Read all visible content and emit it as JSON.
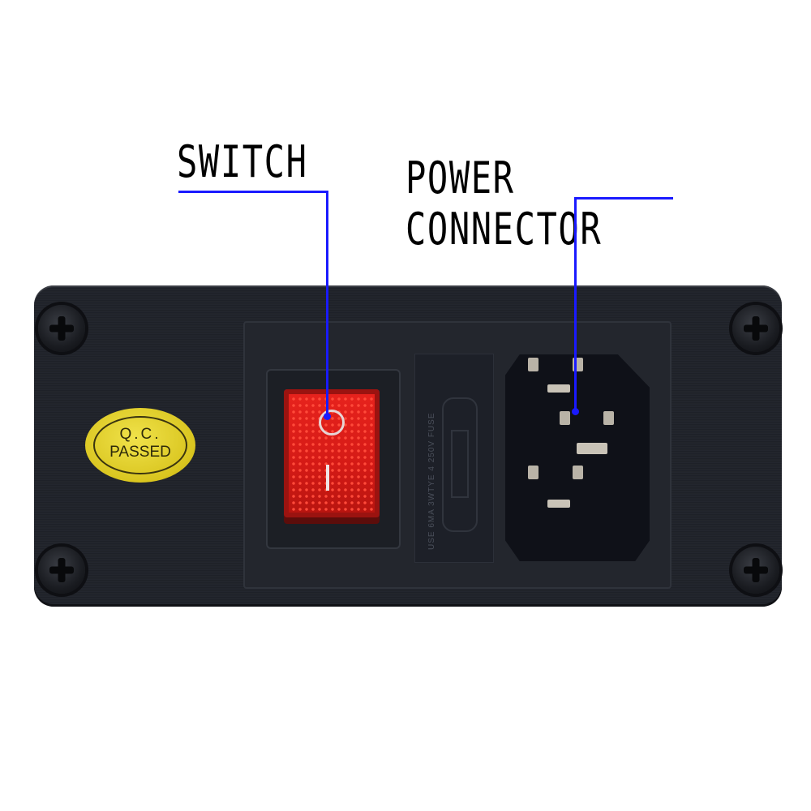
{
  "labels": {
    "switch": "SWITCH",
    "power_connector": "POWER CONNECTOR"
  },
  "colors": {
    "leader_line": "#1a1aff",
    "panel": "#23262d",
    "rocker": "#e02018",
    "qc_sticker": "#e2d02a"
  },
  "sticker": {
    "line1": "Q.C.",
    "line2": "PASSED"
  },
  "rocker_switch": {
    "off_symbol": "O",
    "on_symbol": "I"
  },
  "fuse_holder": {
    "text": "USE 6MA 3WTYE 4 250V FUSE"
  }
}
